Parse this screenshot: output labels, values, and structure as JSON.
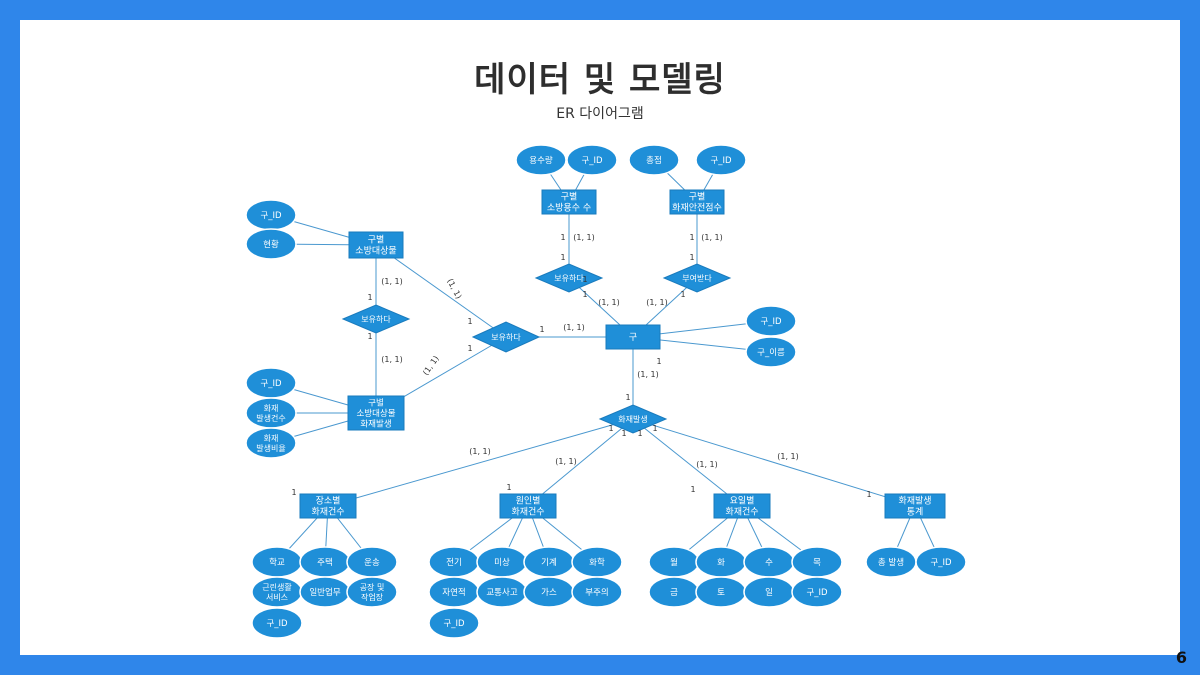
{
  "slide": {
    "title": "데이터 및 모델링",
    "subtitle": "ER 다이어그램",
    "page_number": "6"
  },
  "colors": {
    "frame": "#2f86ea",
    "shape_fill": "#1f8fd8",
    "line": "#4a98cf"
  },
  "diagram": {
    "entities": [
      {
        "id": "e_center",
        "lines": [
          "구"
        ]
      },
      {
        "id": "e_fireobj",
        "lines": [
          "구별",
          "소방대상물"
        ]
      },
      {
        "id": "e_fireobj_fire",
        "lines": [
          "구별",
          "소방대상물",
          "화재발생"
        ]
      },
      {
        "id": "e_water",
        "lines": [
          "구별",
          "소방용수 수"
        ]
      },
      {
        "id": "e_safety",
        "lines": [
          "구별",
          "화재안전점수"
        ]
      },
      {
        "id": "e_place",
        "lines": [
          "장소별",
          "화재건수"
        ]
      },
      {
        "id": "e_cause",
        "lines": [
          "원인별",
          "화재건수"
        ]
      },
      {
        "id": "e_day",
        "lines": [
          "요일별",
          "화재건수"
        ]
      },
      {
        "id": "e_stats",
        "lines": [
          "화재발생",
          "통계"
        ]
      }
    ],
    "relationships": [
      {
        "id": "r_center",
        "label": "보유하다"
      },
      {
        "id": "r_left",
        "label": "보유하다"
      },
      {
        "id": "r_water",
        "label": "보유하다"
      },
      {
        "id": "r_safety",
        "label": "부여받다"
      },
      {
        "id": "r_fire",
        "label": "화재발생"
      }
    ],
    "attributes": [
      {
        "id": "a_w1",
        "lines": [
          "용수량"
        ]
      },
      {
        "id": "a_w2",
        "lines": [
          "구_ID"
        ]
      },
      {
        "id": "a_s1",
        "lines": [
          "총점"
        ]
      },
      {
        "id": "a_s2",
        "lines": [
          "구_ID"
        ]
      },
      {
        "id": "a_fo1",
        "lines": [
          "구_ID"
        ]
      },
      {
        "id": "a_fo2",
        "lines": [
          "현황"
        ]
      },
      {
        "id": "a_ff1",
        "lines": [
          "구_ID"
        ]
      },
      {
        "id": "a_ff2",
        "lines": [
          "화재",
          "발생건수"
        ]
      },
      {
        "id": "a_ff3",
        "lines": [
          "화재",
          "발생비율"
        ]
      },
      {
        "id": "a_c1",
        "lines": [
          "구_ID"
        ]
      },
      {
        "id": "a_c2",
        "lines": [
          "구_이름"
        ]
      },
      {
        "id": "a_p1",
        "lines": [
          "학교"
        ]
      },
      {
        "id": "a_p2",
        "lines": [
          "주택"
        ]
      },
      {
        "id": "a_p3",
        "lines": [
          "운송"
        ]
      },
      {
        "id": "a_p4",
        "lines": [
          "근린생활",
          "서비스"
        ]
      },
      {
        "id": "a_p5",
        "lines": [
          "일반업무"
        ]
      },
      {
        "id": "a_p6",
        "lines": [
          "공장 및",
          "작업장"
        ]
      },
      {
        "id": "a_p7",
        "lines": [
          "구_ID"
        ]
      },
      {
        "id": "a_k1",
        "lines": [
          "전기"
        ]
      },
      {
        "id": "a_k2",
        "lines": [
          "미상"
        ]
      },
      {
        "id": "a_k3",
        "lines": [
          "기계"
        ]
      },
      {
        "id": "a_k4",
        "lines": [
          "화학"
        ]
      },
      {
        "id": "a_k5",
        "lines": [
          "자연적"
        ]
      },
      {
        "id": "a_k6",
        "lines": [
          "교통사고"
        ]
      },
      {
        "id": "a_k7",
        "lines": [
          "가스"
        ]
      },
      {
        "id": "a_k8",
        "lines": [
          "부주의"
        ]
      },
      {
        "id": "a_k9",
        "lines": [
          "구_ID"
        ]
      },
      {
        "id": "a_d1",
        "lines": [
          "월"
        ]
      },
      {
        "id": "a_d2",
        "lines": [
          "화"
        ]
      },
      {
        "id": "a_d3",
        "lines": [
          "수"
        ]
      },
      {
        "id": "a_d4",
        "lines": [
          "목"
        ]
      },
      {
        "id": "a_d5",
        "lines": [
          "금"
        ]
      },
      {
        "id": "a_d6",
        "lines": [
          "토"
        ]
      },
      {
        "id": "a_d7",
        "lines": [
          "일"
        ]
      },
      {
        "id": "a_d8",
        "lines": [
          "구_ID"
        ]
      },
      {
        "id": "a_t1",
        "lines": [
          "총 발생"
        ]
      },
      {
        "id": "a_t2",
        "lines": [
          "구_ID"
        ]
      }
    ],
    "cardinalities": [
      {
        "id": "k1",
        "text": "(1, 1)"
      },
      {
        "id": "k2",
        "text": "(1, 1)"
      },
      {
        "id": "k3",
        "text": "(1, 1)"
      },
      {
        "id": "k4",
        "text": "(1, 1)"
      },
      {
        "id": "k5",
        "text": "(1, 1)"
      },
      {
        "id": "k6",
        "text": "(1, 1)"
      },
      {
        "id": "k7",
        "text": "(1, 1)"
      },
      {
        "id": "k8",
        "text": "(1, 1)"
      },
      {
        "id": "k9",
        "text": "(1, 1)"
      },
      {
        "id": "k10",
        "text": "(1, 1)"
      },
      {
        "id": "k11",
        "text": "(1, 1)"
      },
      {
        "id": "k12",
        "text": "(1, 1)"
      },
      {
        "id": "k13",
        "text": "(1, 1)"
      },
      {
        "id": "k14",
        "text": "(1, 1)"
      },
      {
        "id": "o1",
        "text": "1"
      },
      {
        "id": "o2",
        "text": "1"
      },
      {
        "id": "o3",
        "text": "1"
      },
      {
        "id": "o4",
        "text": "1"
      },
      {
        "id": "o5",
        "text": "1"
      },
      {
        "id": "o6",
        "text": "1"
      },
      {
        "id": "o7",
        "text": "1"
      },
      {
        "id": "o8",
        "text": "1"
      },
      {
        "id": "o9",
        "text": "1"
      },
      {
        "id": "o10",
        "text": "1"
      },
      {
        "id": "o11",
        "text": "1"
      },
      {
        "id": "o12",
        "text": "1"
      },
      {
        "id": "o13",
        "text": "1"
      },
      {
        "id": "o14",
        "text": "1"
      },
      {
        "id": "o15",
        "text": "1"
      },
      {
        "id": "o16",
        "text": "1"
      },
      {
        "id": "o17",
        "text": "1"
      },
      {
        "id": "o18",
        "text": "1"
      },
      {
        "id": "o19",
        "text": "1"
      },
      {
        "id": "o20",
        "text": "1"
      },
      {
        "id": "o21",
        "text": "1"
      },
      {
        "id": "o22",
        "text": "1"
      }
    ]
  }
}
